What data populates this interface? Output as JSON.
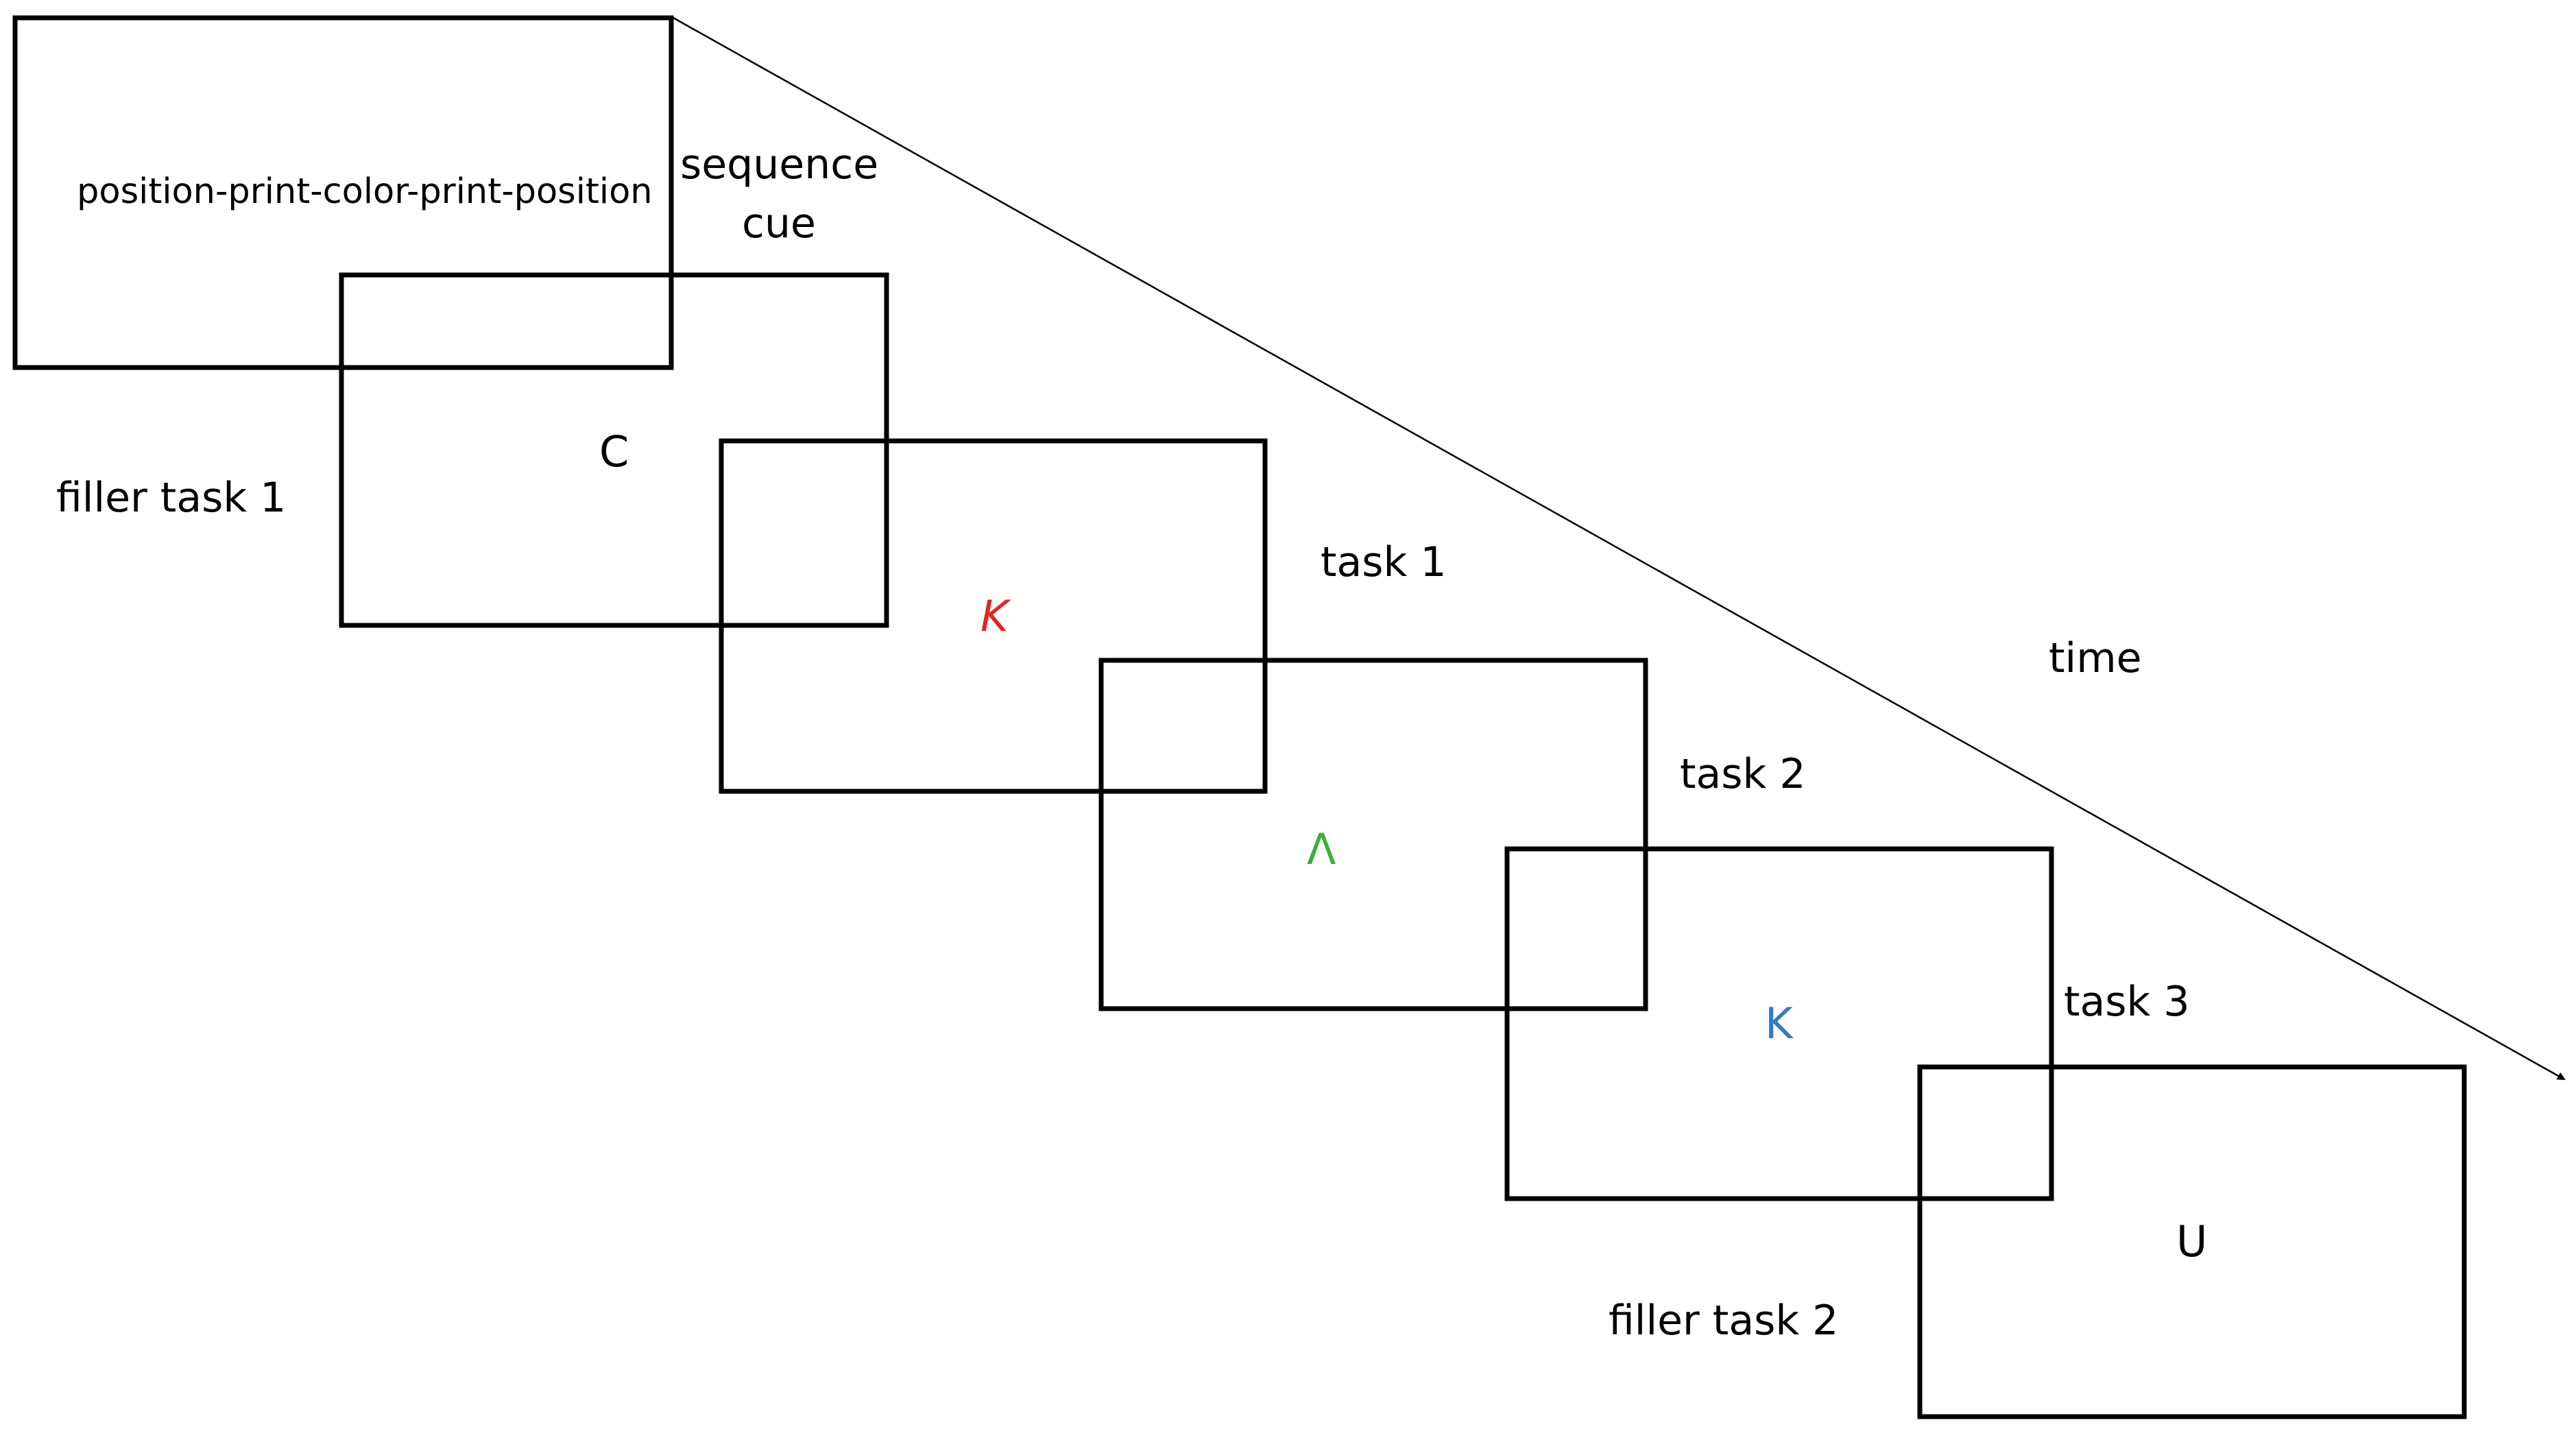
{
  "sequence_cue": {
    "text": "position-print-color-print-position",
    "label_line1": "sequence",
    "label_line2": "cue"
  },
  "labels": {
    "filler_task_1": "filler task 1",
    "task_1": "task 1",
    "task_2": "task 2",
    "task_3": "task 3",
    "filler_task_2": "filler task 2",
    "time": "time"
  },
  "stimuli": {
    "filler1": {
      "text": "C",
      "color": "#000000"
    },
    "task1": {
      "text": "K",
      "color": "#e8221b",
      "style": "italic"
    },
    "task2": {
      "text": "Λ",
      "color": "#3fad3a"
    },
    "task3": {
      "text": "K",
      "color": "#2f7bc8"
    },
    "filler2": {
      "text": "U",
      "color": "#000000"
    }
  }
}
